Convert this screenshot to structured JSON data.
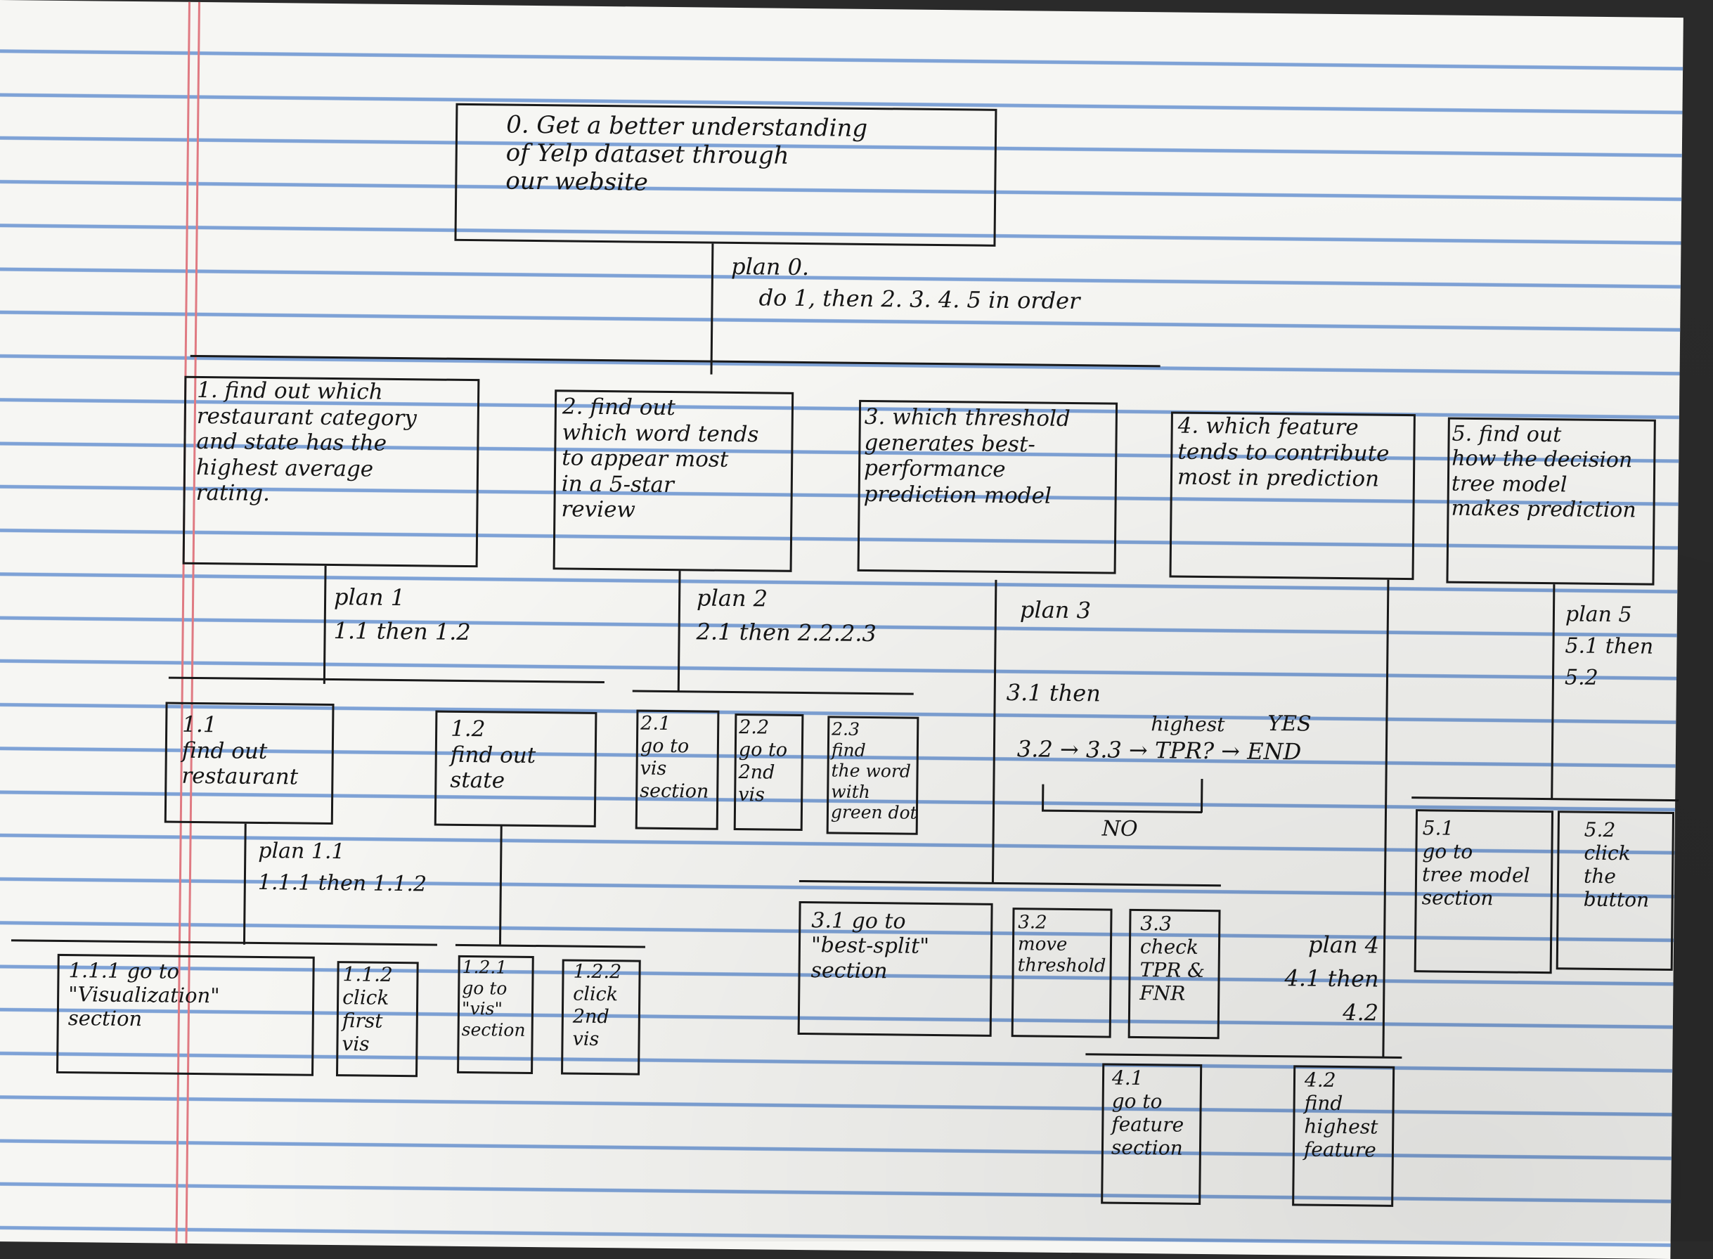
{
  "nodes": {
    "n0": "0.    Get a better understanding\n        of Yelp dataset through\n        our website",
    "n1": "1. find out which\n  restaurant category\n  and state has the\nhighest average\n   rating.",
    "n2": "2.  find out\nwhich word tends\nto appear most\nin a 5-star\n  review",
    "n3": "3. which threshold\ngenerates best-\nperformance\nprediction model",
    "n4": "4. which feature\ntends to contribute\nmost in prediction",
    "n5": "5. find out\nhow the decision\ntree model\nmakes prediction",
    "n1_1": "1.1\nfind out\nrestaurant",
    "n1_2": "1.2\nfind  out\n  state",
    "n1_1_1": "1.1.1  go to\n\"Visualization\"\nsection",
    "n1_1_2": "1.1.2\nclick\nfirst\nvis",
    "n1_2_1": "1.2.1\ngo to\n\"vis\"\nsection",
    "n1_2_2": "1.2.2\nclick\n2nd\nvis",
    "n2_1": "2.1\ngo to\nvis\nsection",
    "n2_2": "2.2\ngo to\n2nd\nvis",
    "n2_3": "2.3\nfind\nthe word\nwith\ngreen dot",
    "n3_1": "3.1  go to\n\"best-split\"\nsection",
    "n3_2": "3.2\nmove\nthreshold",
    "n3_3": "3.3\ncheck\nTPR &\nFNR",
    "n4_1": "4.1\ngo to\nfeature\nsection",
    "n4_2": "4.2\nfind\nhighest\nfeature",
    "n5_1": "5.1\ngo to\ntree model\nsection",
    "n5_2": "5.2\nclick\nthe\nbutton"
  },
  "plans": {
    "p0_title": "plan 0.",
    "p0_body": "do 1, then 2. 3. 4. 5  in order",
    "p1": "plan 1\n1.1   then  1.2",
    "p2": "plan 2\n2.1 then 2.2.2.3",
    "p3_title": "plan 3",
    "p3_first": "3.1  then",
    "p3_loop": "3.2 → 3.3 → TPR?  → END",
    "p3_highest": "highest",
    "p3_yes": "YES",
    "p3_no": "NO",
    "p4": "plan 4\n4.1 then\n   4.2",
    "p5": "plan 5\n5.1 then\n5.2",
    "p1_1": "plan 1.1\n1.1.1  then 1.1.2"
  }
}
